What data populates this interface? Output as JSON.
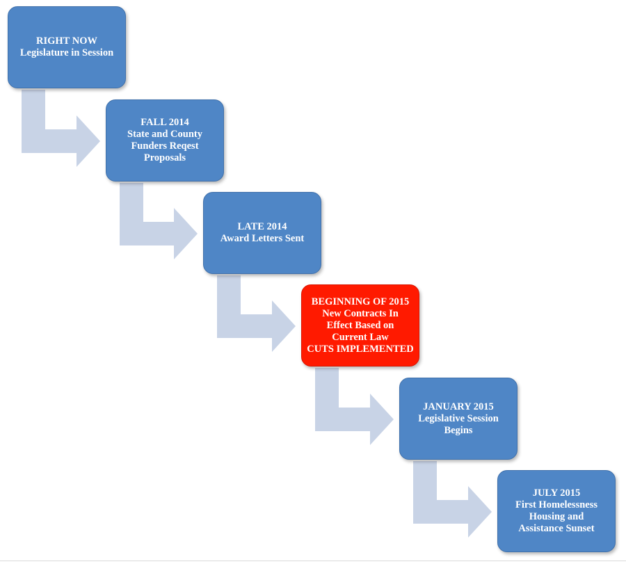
{
  "colors": {
    "box_blue": "#4f86c6",
    "box_blue_border": "#3f70ab",
    "box_red": "#ff1a00",
    "box_red_border": "#d91500",
    "arrow_fill": "#c8d3e6"
  },
  "steps": [
    {
      "lines": [
        "RIGHT NOW",
        "Legislature in Session"
      ],
      "color": "blue"
    },
    {
      "lines": [
        "FALL 2014",
        "State and County",
        "Funders Reqest",
        "Proposals"
      ],
      "color": "blue"
    },
    {
      "lines": [
        "LATE 2014",
        "Award Letters Sent"
      ],
      "color": "blue"
    },
    {
      "lines": [
        "BEGINNING OF 2015",
        "New Contracts In",
        "Effect Based on",
        "Current Law",
        "CUTS IMPLEMENTED"
      ],
      "color": "red"
    },
    {
      "lines": [
        "JANUARY 2015",
        "Legislative Session",
        "Begins"
      ],
      "color": "blue"
    },
    {
      "lines": [
        "JULY 2015",
        "First Homelessness",
        "Housing and",
        "Assistance Sunset"
      ],
      "color": "blue"
    }
  ]
}
